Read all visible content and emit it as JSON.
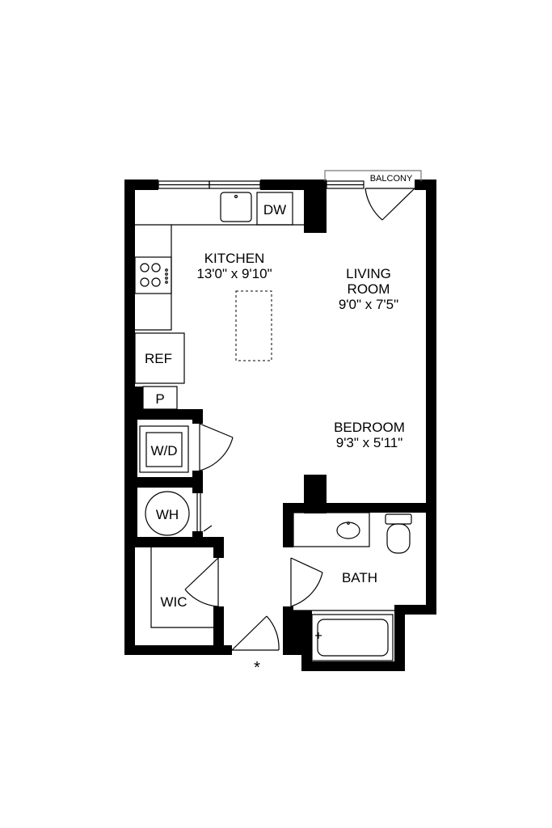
{
  "rooms": {
    "kitchen": {
      "name": "KITCHEN",
      "dims": "13'0\" x 9'10\""
    },
    "living": {
      "name_line1": "LIVING",
      "name_line2": "ROOM",
      "dims": "9'0\" x 7'5\""
    },
    "bedroom": {
      "name": "BEDROOM",
      "dims": "9'3\" x 5'11\""
    },
    "bath": {
      "name": "BATH"
    },
    "wic": {
      "name": "WIC"
    },
    "balcony": {
      "name": "BALCONY"
    }
  },
  "fixtures": {
    "dishwasher": "DW",
    "refrigerator": "REF",
    "pantry": "P",
    "washer_dryer": "W/D",
    "water_heater": "WH"
  },
  "entry_marker": "*"
}
